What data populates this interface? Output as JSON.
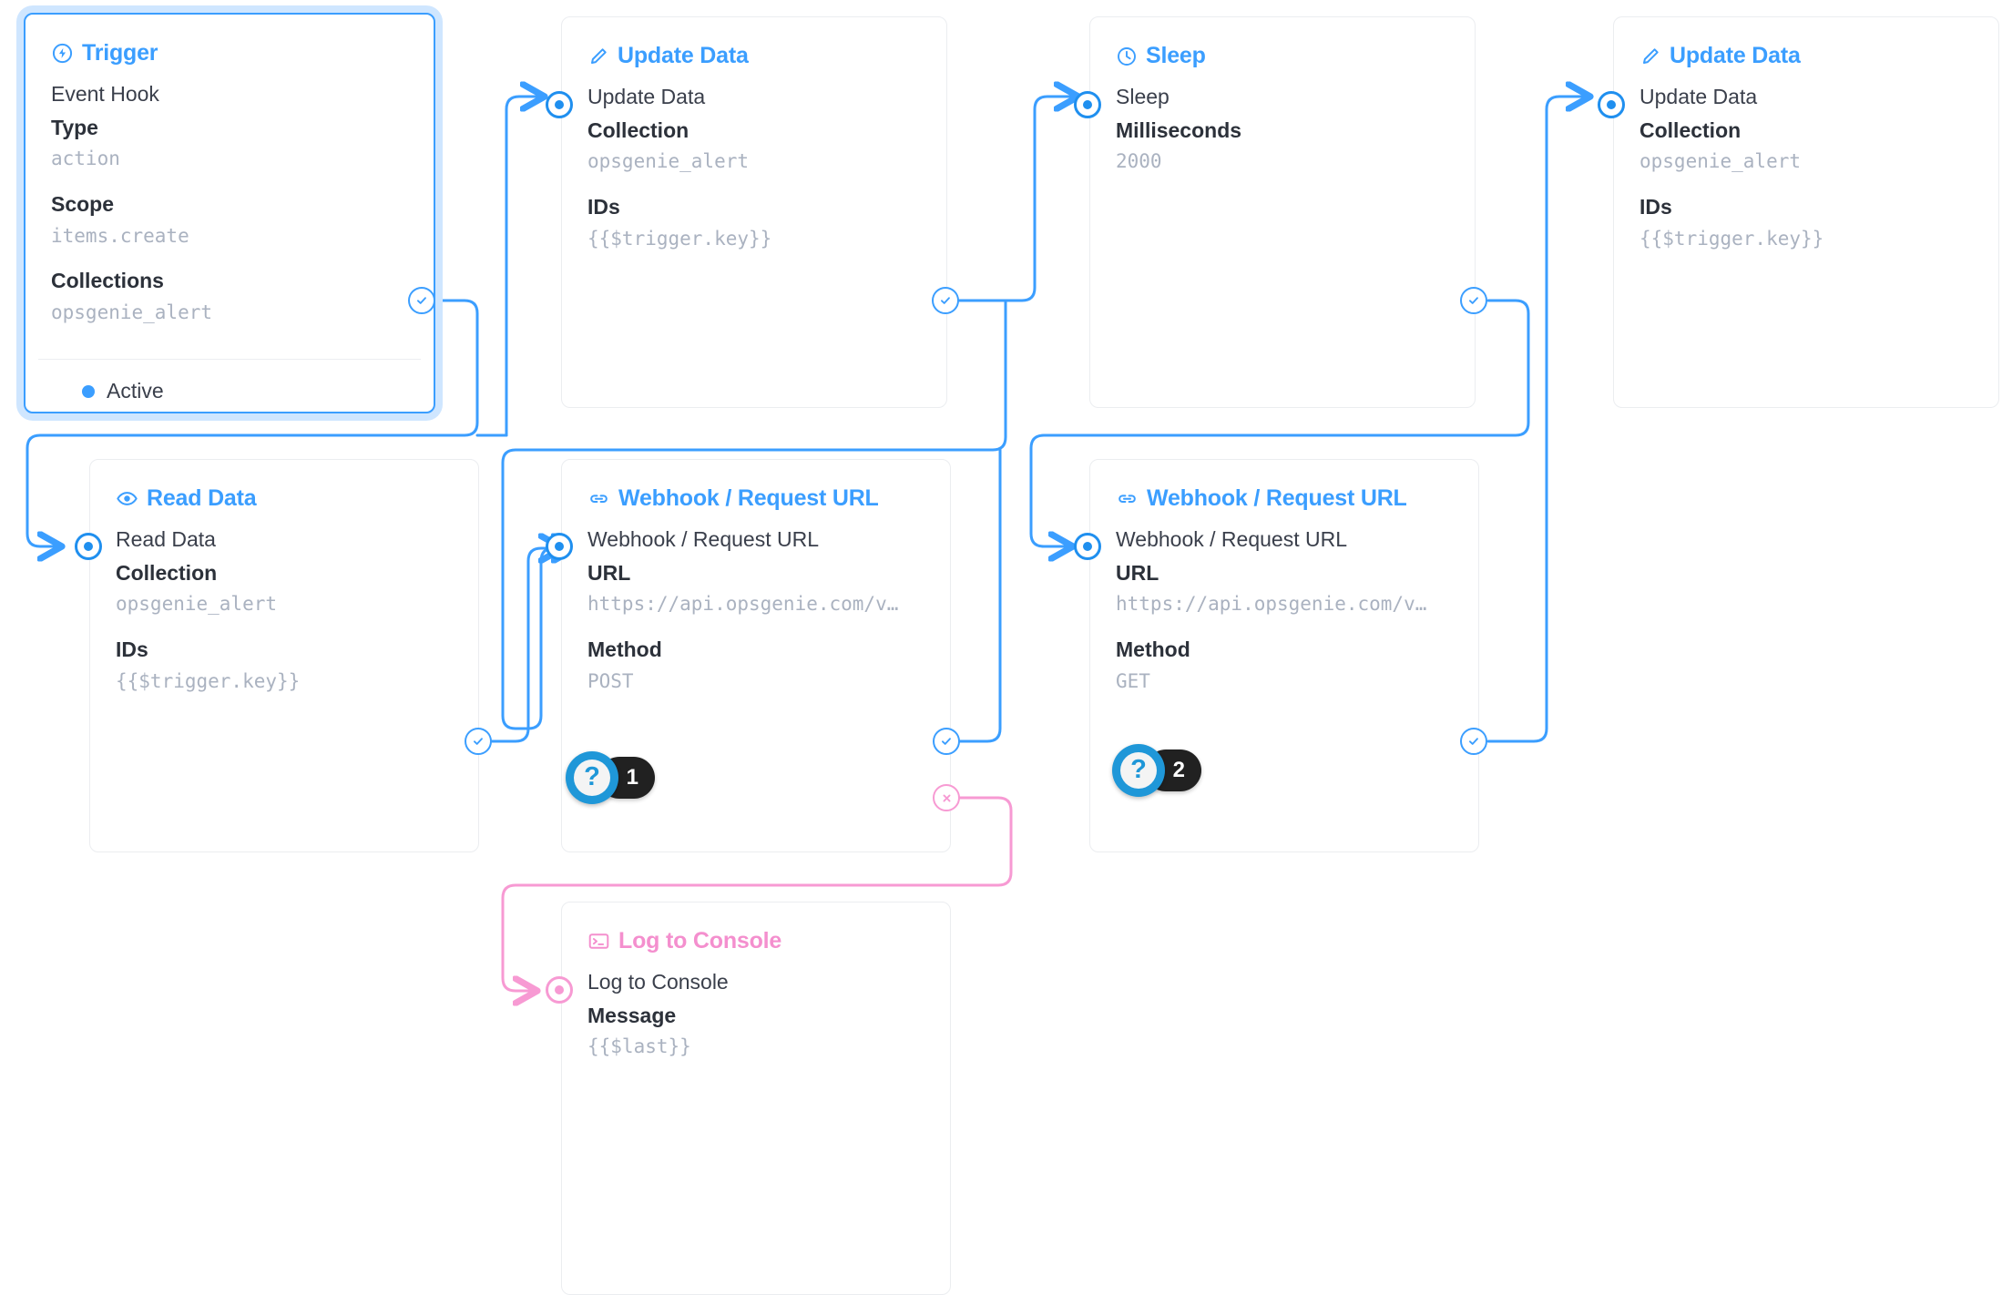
{
  "theme": {
    "accent": "#3b9eff",
    "accent_strong": "#1f8fef",
    "error": "#f79ad3",
    "mono_value": "#aab2c0",
    "card_border": "#ebedf0",
    "badge_bg": "#212121",
    "help_ring": "#1f97d8"
  },
  "nodes": [
    {
      "id": "trigger",
      "header": "Trigger",
      "header_icon": "bolt-circle-icon",
      "row_name": "Event Hook",
      "selected": true,
      "fields": [
        {
          "label": "Type",
          "value": "action"
        },
        {
          "label": "Scope",
          "value": "items.create"
        },
        {
          "label": "Collections",
          "value": "opsgenie_alert"
        }
      ],
      "status": "Active"
    },
    {
      "id": "update-data-1",
      "header": "Update Data",
      "header_icon": "pencil-icon",
      "row_name": "Update Data",
      "fields": [
        {
          "label": "Collection",
          "value": "opsgenie_alert"
        },
        {
          "label": "IDs",
          "value": "{{$trigger.key}}"
        }
      ]
    },
    {
      "id": "sleep",
      "header": "Sleep",
      "header_icon": "clock-icon",
      "row_name": "Sleep",
      "fields": [
        {
          "label": "Milliseconds",
          "value": "2000"
        }
      ]
    },
    {
      "id": "update-data-2",
      "header": "Update Data",
      "header_icon": "pencil-icon",
      "row_name": "Update Data",
      "fields": [
        {
          "label": "Collection",
          "value": "opsgenie_alert"
        },
        {
          "label": "IDs",
          "value": "{{$trigger.key}}"
        }
      ]
    },
    {
      "id": "read-data",
      "header": "Read Data",
      "header_icon": "eye-icon",
      "row_name": "Read Data",
      "fields": [
        {
          "label": "Collection",
          "value": "opsgenie_alert"
        },
        {
          "label": "IDs",
          "value": "{{$trigger.key}}"
        }
      ]
    },
    {
      "id": "webhook-post",
      "header": "Webhook / Request URL",
      "header_icon": "link-icon",
      "row_name": "Webhook / Request URL",
      "fields": [
        {
          "label": "URL",
          "value": "https://api.opsgenie.com/v…"
        },
        {
          "label": "Method",
          "value": "POST"
        }
      ],
      "help": {
        "glyph": "?",
        "count": "1"
      }
    },
    {
      "id": "webhook-get",
      "header": "Webhook / Request URL",
      "header_icon": "link-icon",
      "row_name": "Webhook / Request URL",
      "fields": [
        {
          "label": "URL",
          "value": "https://api.opsgenie.com/v…"
        },
        {
          "label": "Method",
          "value": "GET"
        }
      ],
      "help": {
        "glyph": "?",
        "count": "2"
      }
    },
    {
      "id": "log-to-console",
      "header": "Log to Console",
      "header_icon": "terminal-icon",
      "row_name": "Log to Console",
      "accent": "error",
      "fields": [
        {
          "label": "Message",
          "value": "{{$last}}"
        }
      ]
    }
  ]
}
